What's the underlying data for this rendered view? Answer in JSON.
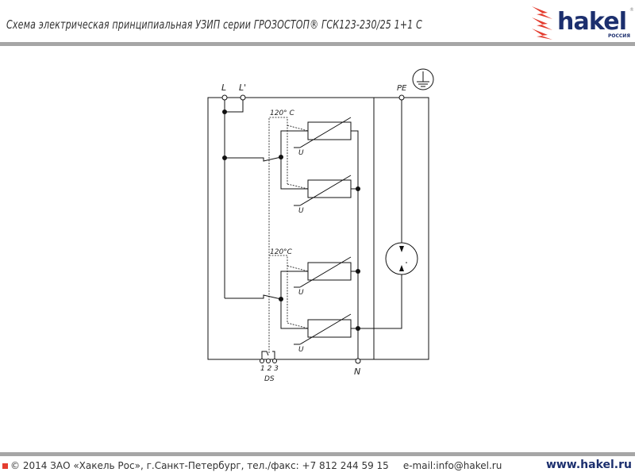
{
  "header": {
    "title": "Схема электрическая принципиальная УЗИП серии ГРОЗОСТОП® ГСК123-230/25 1+1 С",
    "logo_text": "hakel",
    "logo_sub": "РОССИЯ",
    "logo_reg": "®"
  },
  "diagram": {
    "terminal_l": "L",
    "terminal_l_prime": "L'",
    "terminal_pe": "PE",
    "terminal_n": "N",
    "temp_label_top": "120° C",
    "temp_label_bottom": "120°C",
    "varistor_label": "U",
    "ds_pins": "1 2 3",
    "ds_label": "DS"
  },
  "footer": {
    "copyright": "© 2014 ЗАО «Хакель Рос», г.Санкт-Петербург, тел./факс: +7 812 244 59 15",
    "email": "e-mail:info@hakel.ru",
    "website": "www.hakel.ru"
  },
  "colors": {
    "brand_blue": "#1c2f6e",
    "brand_red": "#e43d2f",
    "bar_gray": "#a6a6a6"
  }
}
